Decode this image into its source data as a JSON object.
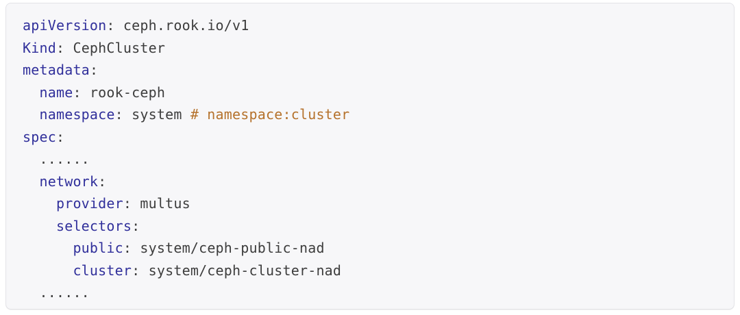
{
  "colors": {
    "page_bg": "#ffffff",
    "card_bg": "#f7f7f9",
    "card_border": "#e3e3e7",
    "key": "#31309b",
    "value": "#3d3d3d",
    "comment": "#b5722c"
  },
  "code": {
    "language": "yaml",
    "lines": [
      [
        {
          "t": "key",
          "s": "apiVersion"
        },
        {
          "t": "punc",
          "s": ": "
        },
        {
          "t": "val",
          "s": "ceph.rook.io/v1"
        }
      ],
      [
        {
          "t": "key",
          "s": "Kind"
        },
        {
          "t": "punc",
          "s": ": "
        },
        {
          "t": "val",
          "s": "CephCluster"
        }
      ],
      [
        {
          "t": "key",
          "s": "metadata"
        },
        {
          "t": "punc",
          "s": ":"
        }
      ],
      [
        {
          "t": "key",
          "s": "  name"
        },
        {
          "t": "punc",
          "s": ": "
        },
        {
          "t": "val",
          "s": "rook-ceph"
        }
      ],
      [
        {
          "t": "key",
          "s": "  namespace"
        },
        {
          "t": "punc",
          "s": ": "
        },
        {
          "t": "val",
          "s": "system "
        },
        {
          "t": "comment",
          "s": "# namespace:cluster"
        }
      ],
      [
        {
          "t": "key",
          "s": "spec"
        },
        {
          "t": "punc",
          "s": ":"
        }
      ],
      [
        {
          "t": "val",
          "s": "  ......"
        }
      ],
      [
        {
          "t": "key",
          "s": "  network"
        },
        {
          "t": "punc",
          "s": ":"
        }
      ],
      [
        {
          "t": "key",
          "s": "    provider"
        },
        {
          "t": "punc",
          "s": ": "
        },
        {
          "t": "val",
          "s": "multus"
        }
      ],
      [
        {
          "t": "key",
          "s": "    selectors"
        },
        {
          "t": "punc",
          "s": ":"
        }
      ],
      [
        {
          "t": "key",
          "s": "      public"
        },
        {
          "t": "punc",
          "s": ": "
        },
        {
          "t": "val",
          "s": "system/ceph-public-nad"
        }
      ],
      [
        {
          "t": "key",
          "s": "      cluster"
        },
        {
          "t": "punc",
          "s": ": "
        },
        {
          "t": "val",
          "s": "system/ceph-cluster-nad"
        }
      ],
      [
        {
          "t": "val",
          "s": "  ......"
        }
      ]
    ]
  }
}
